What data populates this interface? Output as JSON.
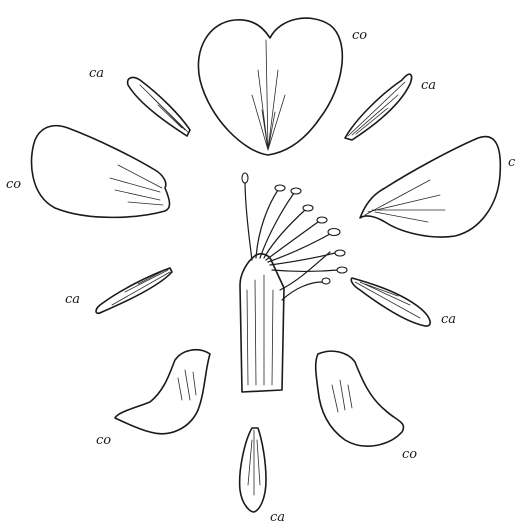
{
  "labels": {
    "co_top": "co",
    "ca_upper_left": "ca",
    "ca_upper_right": "ca",
    "co_left": "co",
    "co_right": "c",
    "ca_lower_left": "ca",
    "ca_lower_right": "ca",
    "co_bottom_left": "co",
    "co_bottom_right": "co",
    "ca_bottom": "ca"
  },
  "colors": {
    "ink": "#1a1a1a",
    "paper": "#ffffff"
  }
}
